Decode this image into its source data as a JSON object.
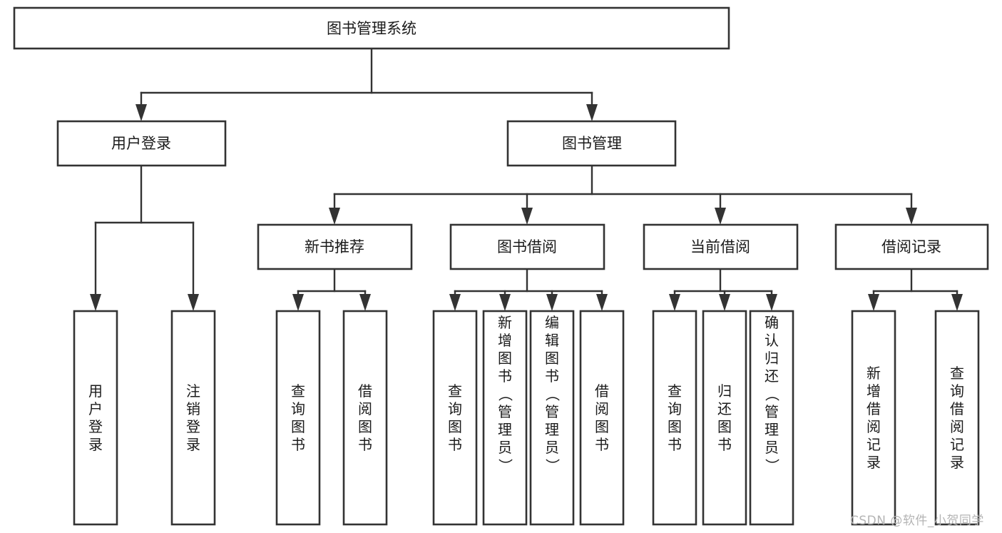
{
  "diagram": {
    "title": "图书管理系统",
    "watermark": "CSDN @软件_小贺同学",
    "colors": {
      "stroke": "#333333",
      "fill": "#ffffff",
      "text": "#1b1b1b",
      "watermark": "#b4b4b4"
    },
    "root": {
      "label": "图书管理系统"
    },
    "level2": [
      {
        "label": "用户登录"
      },
      {
        "label": "图书管理"
      }
    ],
    "level3": [
      {
        "label": "新书推荐"
      },
      {
        "label": "图书借阅"
      },
      {
        "label": "当前借阅"
      },
      {
        "label": "借阅记录"
      }
    ],
    "leaves": {
      "user_login": [
        {
          "label": "用户登录"
        },
        {
          "label": "注销登录"
        }
      ],
      "new_book_recommend": [
        {
          "label": "查询图书"
        },
        {
          "label": "借阅图书"
        }
      ],
      "book_borrow": [
        {
          "label": "查询图书"
        },
        {
          "label": "新增图书（管理员）"
        },
        {
          "label": "编辑图书（管理员）"
        },
        {
          "label": "借阅图书"
        }
      ],
      "current_borrow": [
        {
          "label": "查询图书"
        },
        {
          "label": "归还图书"
        },
        {
          "label": "确认归还（管理员）"
        }
      ],
      "borrow_record": [
        {
          "label": "新增借阅记录"
        },
        {
          "label": "查询借阅记录"
        }
      ]
    }
  }
}
